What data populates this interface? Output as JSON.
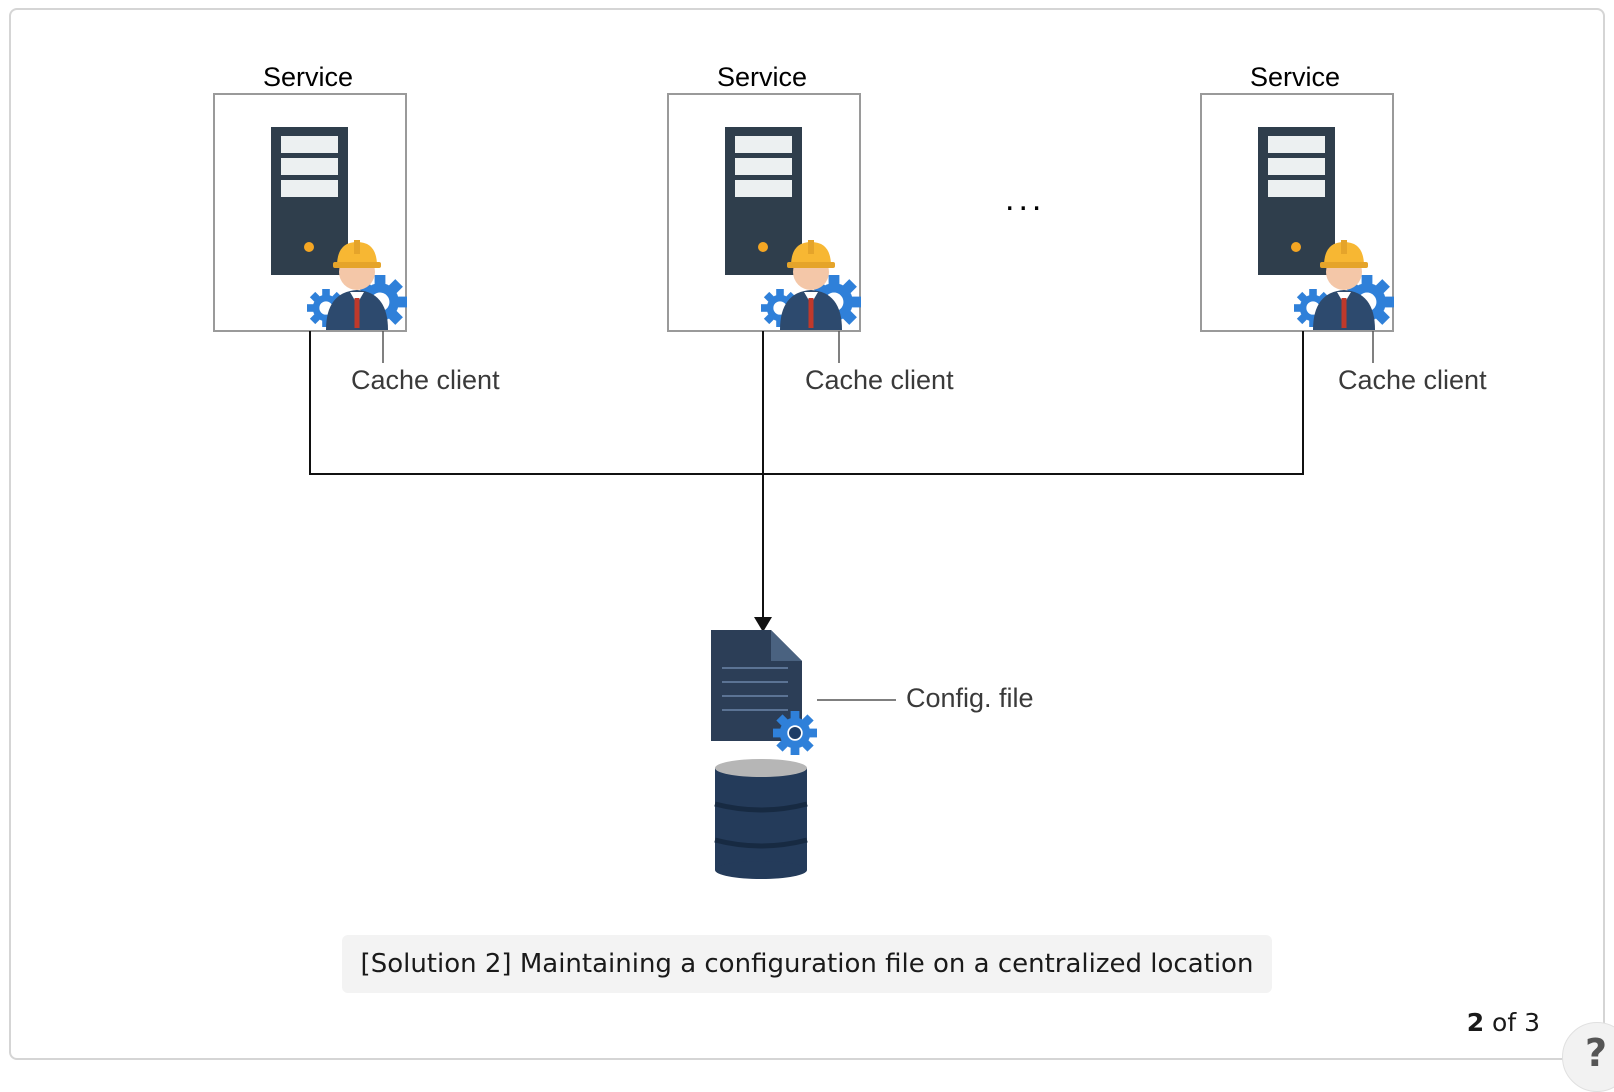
{
  "services": [
    {
      "title": "Service",
      "client_label": "Cache client"
    },
    {
      "title": "Service",
      "client_label": "Cache client"
    },
    {
      "title": "Service",
      "client_label": "Cache client"
    }
  ],
  "ellipsis": "...",
  "config_label": "Config. file",
  "caption": "[Solution 2] Maintaining a configuration file on a centralized location",
  "pager": {
    "current": "2",
    "rest": "of 3"
  },
  "help": "?",
  "colors": {
    "server": "#2f3e4c",
    "drive_bay": "#ecf0f1",
    "led": "#f5a623",
    "helmet": "#f7b733",
    "skin": "#f4c7a8",
    "suit": "#2d4a6e",
    "tie": "#c0392b",
    "gear": "#2f80d9",
    "document": "#2c3e57",
    "database": "#243b5a",
    "database_top": "#b6b6b6"
  },
  "icons": [
    "server-icon",
    "engineer-icon",
    "gear-icon",
    "config-file-icon",
    "database-icon",
    "help-icon"
  ]
}
